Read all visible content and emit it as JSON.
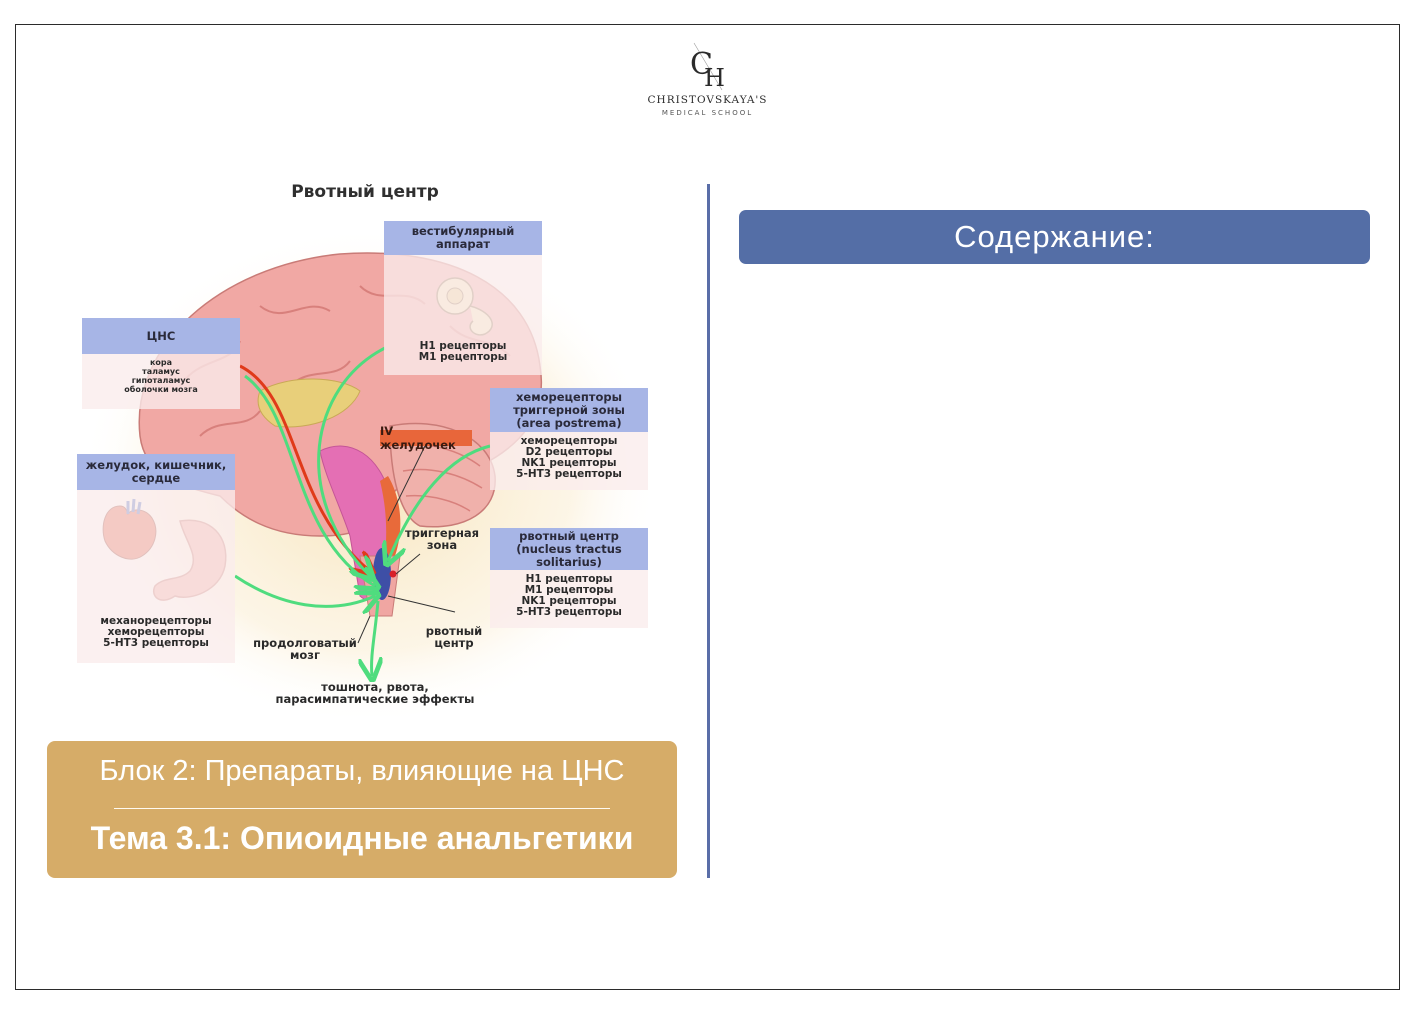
{
  "logo": {
    "monogram": "CH",
    "name": "CHRISTOVSKAYA'S",
    "subtitle": "MEDICAL SCHOOL"
  },
  "figure": {
    "title": "Рвотный центр",
    "vestibular": {
      "head": "вестибулярный аппарат",
      "lines": [
        "H1 рецепторы",
        "M1 рецепторы"
      ]
    },
    "cns": {
      "head": "ЦНС",
      "lines": [
        "кора",
        "таламус",
        "гипоталамус",
        "оболочки мозга"
      ]
    },
    "chemo": {
      "head": "хеморецепторы триггерной зоны (area postrema)",
      "lines": [
        "хеморецепторы",
        "D2 рецепторы",
        "NK1 рецепторы",
        "5-HT3 рецепторы"
      ]
    },
    "gut": {
      "head": "желудок, кишечник, сердце",
      "lines": [
        "механорецепторы",
        "хеморецепторы",
        "5-HT3 рецепторы"
      ]
    },
    "vomit_center": {
      "head": "рвотный центр (nucleus tractus solitarius)",
      "lines": [
        "H1 рецепторы",
        "M1 рецепторы",
        "NK1 рецепторы",
        "5-HT3 рецепторы"
      ]
    },
    "ventricle": "IV желудочек",
    "trigger_zone": "триггерная зона",
    "medulla": "продолговатый мозг",
    "center_label": "рвотный центр",
    "effects": "тошнота, рвота, парасимпатические эффекты"
  },
  "title_panel": {
    "block": "Блок 2: Препараты, влияющие на ЦНС",
    "topic": "Тема 3.1: Опиоидные анальгетики"
  },
  "contents": {
    "header": "Содержание:"
  },
  "colors": {
    "gold": "#d6ac68",
    "blue": "#546ea6",
    "label_blue": "#a7b5e6",
    "green_arrow": "#4fdc7e",
    "red_arrow": "#e03a1a"
  }
}
